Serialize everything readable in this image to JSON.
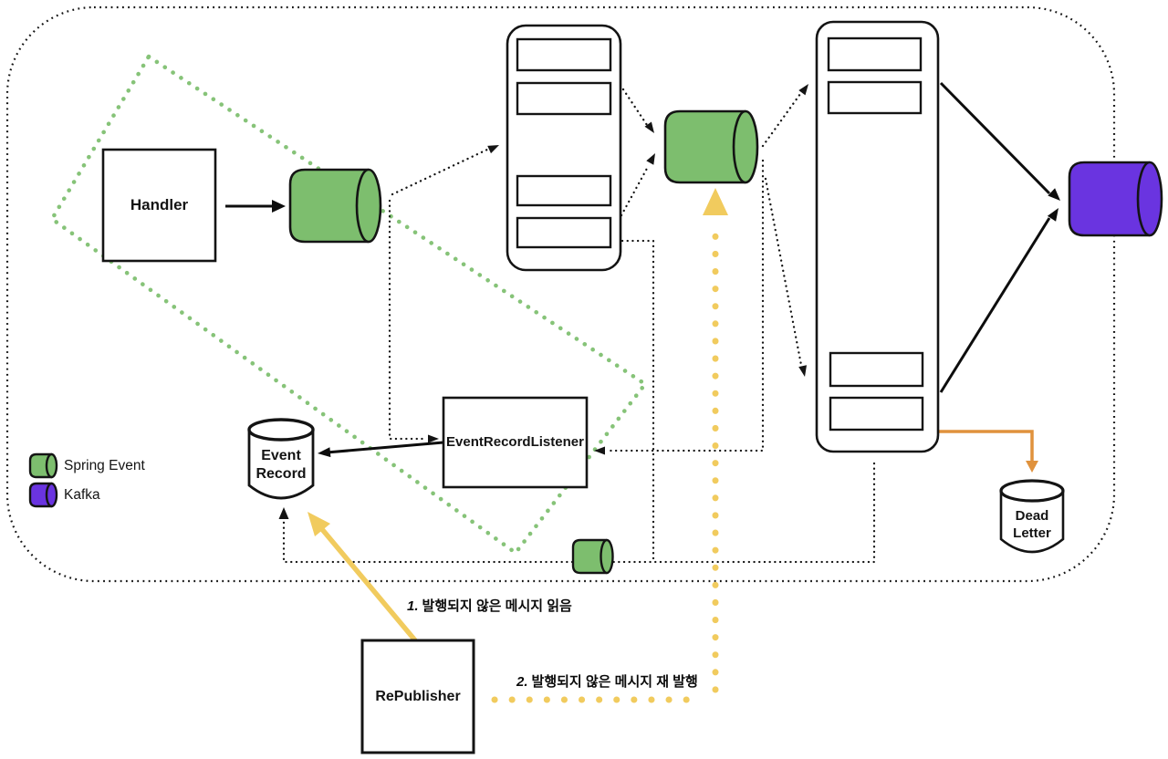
{
  "nodes": {
    "handler": "Handler",
    "event_record_listener": "EventRecordListener",
    "event_record": "Event Record",
    "dead_letter": "Dead Letter",
    "republisher": "RePublisher"
  },
  "legend": {
    "items": [
      {
        "label": "Spring Event",
        "swatch": "green-cylinder"
      },
      {
        "label": "Kafka",
        "swatch": "purple-cylinder"
      }
    ]
  },
  "annotations": {
    "step1": {
      "num": "1.",
      "text": "발행되지 않은 메시지 읽음"
    },
    "step2": {
      "num": "2.",
      "text": "발행되지 않은 메시지 재 발행"
    }
  },
  "colors": {
    "spring_event": "#7dbe6e",
    "kafka": "#6a34e0",
    "diamond": "#79bc69",
    "yellow": "#f1cb5e",
    "orange": "#e0923d",
    "ink": "#141414"
  }
}
